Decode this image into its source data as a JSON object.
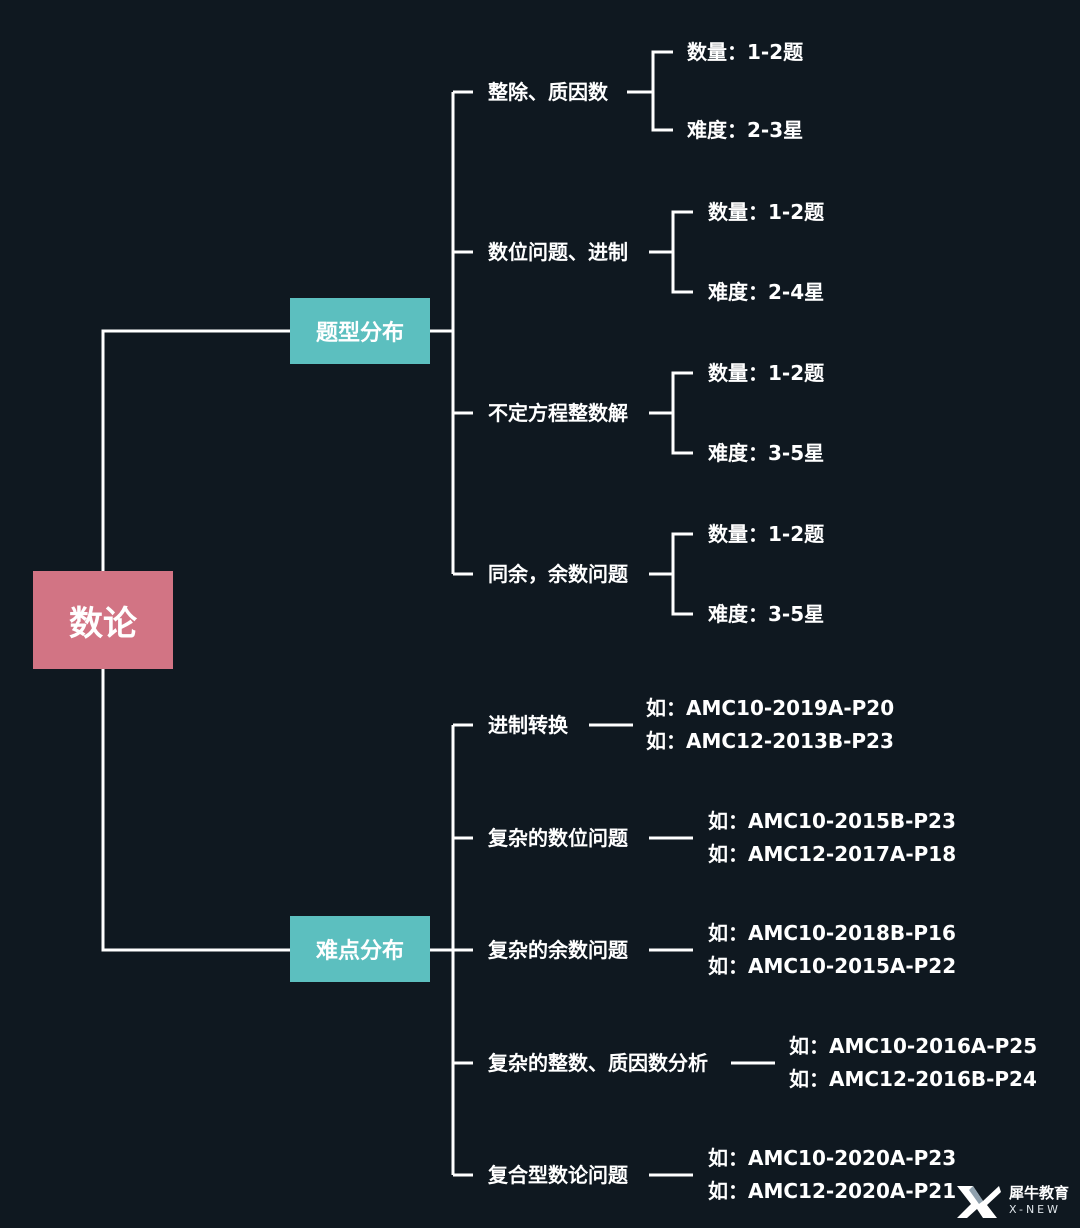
{
  "colors": {
    "background": "#0f1820",
    "root_box": "#d27484",
    "section_box": "#5cbfbf",
    "line": "#ffffff"
  },
  "root": {
    "label": "数论"
  },
  "distribution": {
    "label": "题型分布",
    "topics": [
      {
        "label": "整除、质因数",
        "count": "数量：1-2题",
        "difficulty": "难度：2-3星"
      },
      {
        "label": "数位问题、进制",
        "count": "数量：1-2题",
        "difficulty": "难度：2-4星"
      },
      {
        "label": "不定方程整数解",
        "count": "数量：1-2题",
        "difficulty": "难度：3-5星"
      },
      {
        "label": "同余，余数问题",
        "count": "数量：1-2题",
        "difficulty": "难度：3-5星"
      }
    ]
  },
  "difficulties": {
    "label": "难点分布",
    "topics": [
      {
        "label": "进制转换",
        "examples": [
          "如：AMC10-2019A-P20",
          "如：AMC12-2013B-P23"
        ]
      },
      {
        "label": "复杂的数位问题",
        "examples": [
          "如：AMC10-2015B-P23",
          "如：AMC12-2017A-P18"
        ]
      },
      {
        "label": "复杂的余数问题",
        "examples": [
          "如：AMC10-2018B-P16",
          "如：AMC10-2015A-P22"
        ]
      },
      {
        "label": "复杂的整数、质因数分析",
        "examples": [
          "如：AMC10-2016A-P25",
          "如：AMC12-2016B-P24"
        ]
      },
      {
        "label": "复合型数论问题",
        "examples": [
          "如：AMC10-2020A-P23",
          "如：AMC12-2020A-P21"
        ]
      }
    ]
  },
  "watermark": {
    "name": "犀牛教育",
    "brand": "X-NEW",
    "icon": "x-new-logo-icon"
  }
}
